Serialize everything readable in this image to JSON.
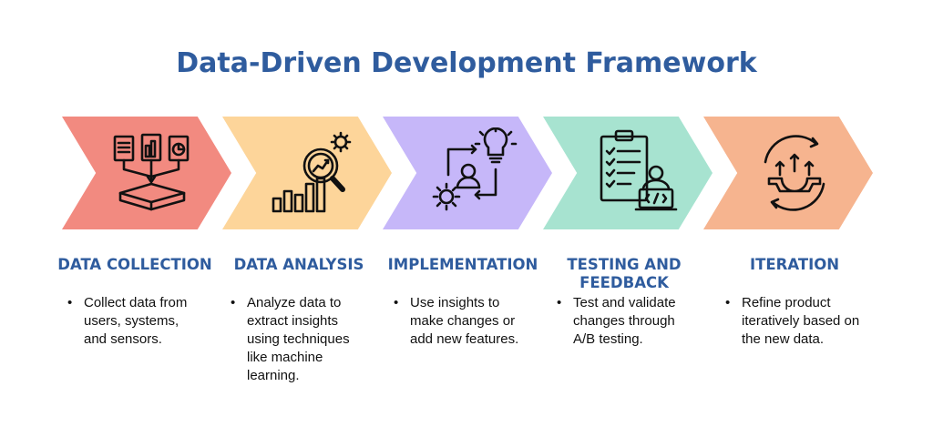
{
  "title": "Data-Driven Development Framework",
  "stages": [
    {
      "name": "DATA COLLECTION",
      "description": "Collect data from users, systems, and sensors.",
      "color": "#f28a80",
      "icon": "documents-to-database-icon"
    },
    {
      "name": "DATA ANALYSIS",
      "description": "Analyze data to extract insights using techniques like machine learning.",
      "color": "#fdd59a",
      "icon": "magnifier-chart-gear-icon"
    },
    {
      "name": "IMPLEMENTATION",
      "description": "Use insights to make changes or add new features.",
      "color": "#c6b7f9",
      "icon": "person-lightbulb-gear-icon"
    },
    {
      "name": "TESTING AND FEEDBACK",
      "description": "Test and validate changes through A/B testing.",
      "color": "#a7e3d0",
      "icon": "clipboard-checklist-developer-icon"
    },
    {
      "name": "ITERATION",
      "description": "Refine product iteratively based on the new data.",
      "color": "#f6b48f",
      "icon": "cycle-arrows-gear-icon"
    }
  ],
  "accent_color": "#2f5c9e"
}
